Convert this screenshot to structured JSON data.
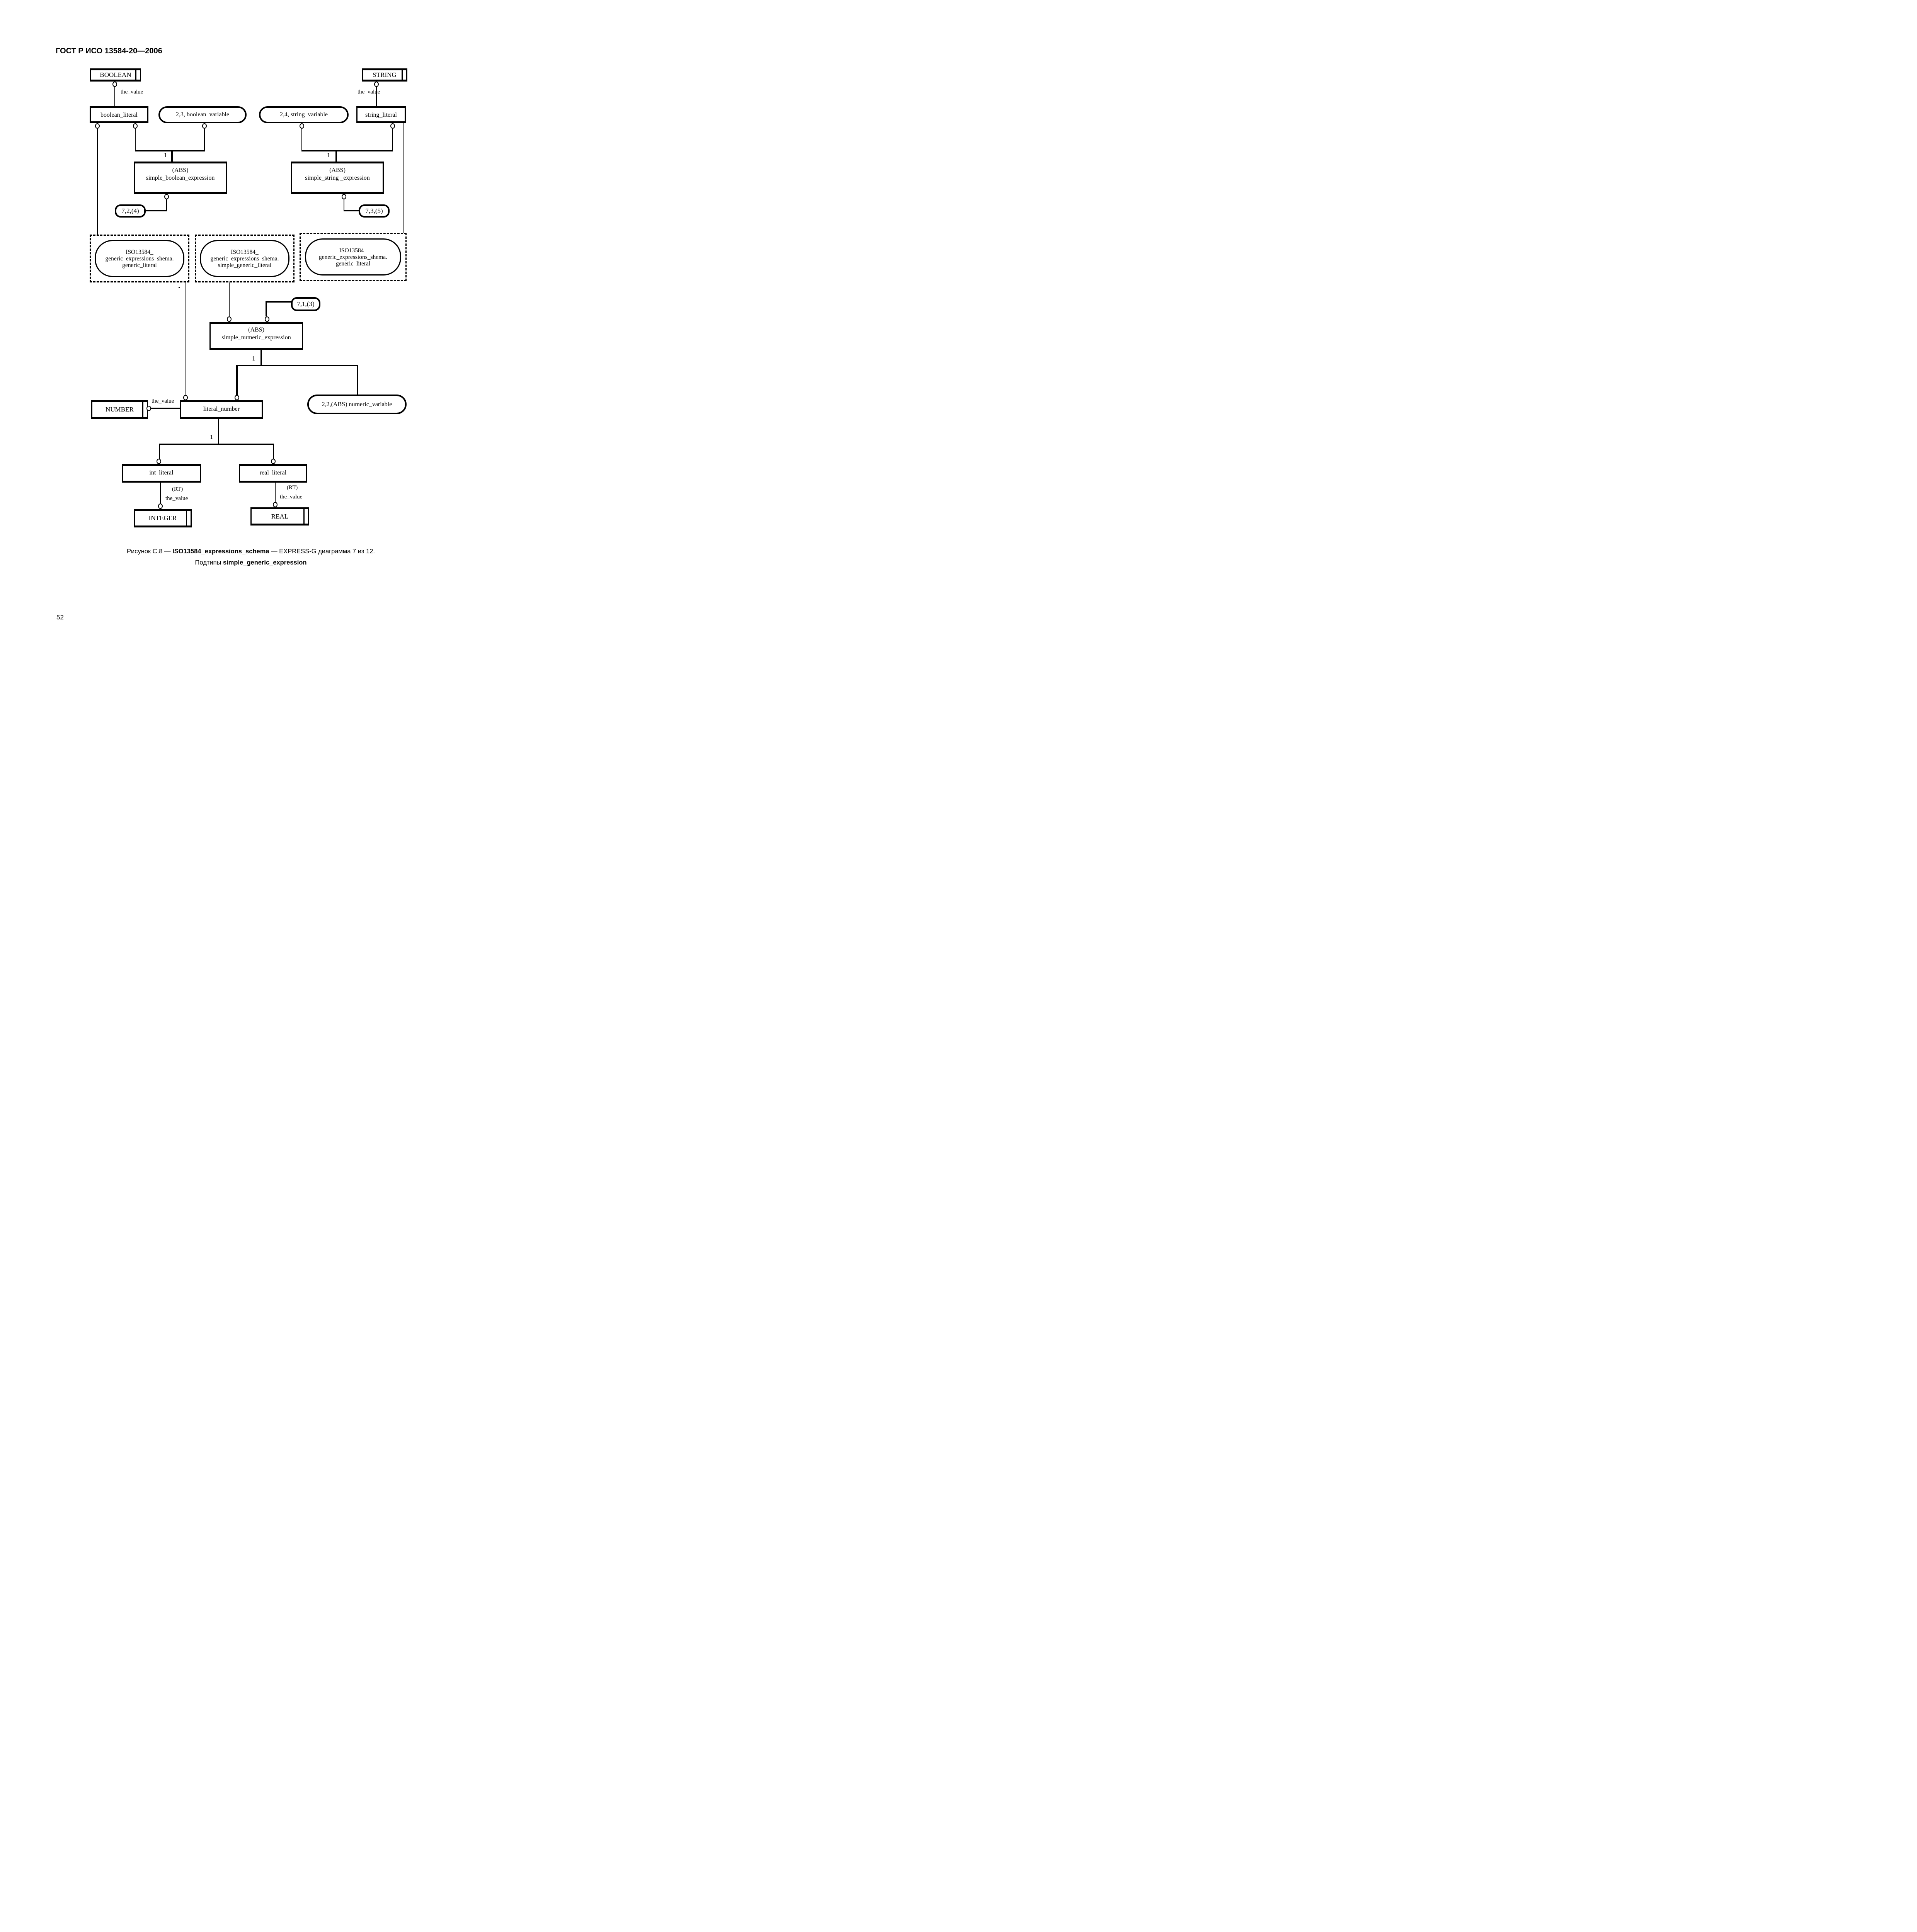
{
  "page": {
    "header": "ГОСТ Р ИСО 13584-20—2006",
    "page_number": "52"
  },
  "caption": {
    "prefix": "Рисунок С.8 — ",
    "schema_bold": "ISO13584_expressions_schema",
    "suffix": " — EXPRESS-G диаграмма 7 из 12.",
    "line2_prefix": "Подтипы ",
    "line2_bold": "simple_generic_expression"
  },
  "nodes": {
    "boolean_type": {
      "label": "BOOLEAN"
    },
    "string_type": {
      "label": "STRING"
    },
    "boolean_literal": {
      "label": "boolean_literal"
    },
    "boolean_variable": {
      "label": "2,3, boolean_variable"
    },
    "string_variable": {
      "label": "2,4, string_variable"
    },
    "string_literal": {
      "label": "string_literal"
    },
    "abs_boolean": {
      "line1": "(ABS)",
      "line2": "simple_boolean_expression"
    },
    "abs_string": {
      "line1": "(ABS)",
      "line2": "simple_string _expression"
    },
    "abs_numeric": {
      "line1": "(ABS)",
      "line2": "simple_numeric_expression"
    },
    "ref_724": {
      "label": "7,2,(4)"
    },
    "ref_735": {
      "label": "7,3,(5)"
    },
    "ref_713": {
      "label": "7,1,(3)"
    },
    "iso_generic_literal_left": {
      "line1": "ISO13584_",
      "line2": "generic_expressions_shema.",
      "line3": "generic_literal"
    },
    "iso_simple_generic_literal": {
      "line1": "ISO13584_",
      "line2": "generic_expressions_shema.",
      "line3": "simple_generic_literal"
    },
    "iso_generic_literal_right": {
      "line1": "ISO13584_",
      "line2": "generic_expressions_shema.",
      "line3": "generic_literal"
    },
    "number_type": {
      "label": "NUMBER"
    },
    "literal_number": {
      "label": "literal_number"
    },
    "numeric_variable": {
      "label": "2,2,(ABS) numeric_variable"
    },
    "int_literal": {
      "label": "int_literal"
    },
    "real_literal": {
      "label": "real_literal"
    },
    "integer_type": {
      "label": "INTEGER"
    },
    "real_type": {
      "label": "REAL"
    }
  },
  "labels": {
    "the_value_boolean": "the_value",
    "the_value_string": "the  value",
    "the_value_number": "the_value",
    "cardinality_boolean": "1",
    "cardinality_string": "1",
    "cardinality_numeric": "1",
    "cardinality_literal": "1",
    "rt_int": "(RT)",
    "the_value_int": "the_value",
    "rt_real": "(RT)",
    "the_value_real": "the_value"
  }
}
